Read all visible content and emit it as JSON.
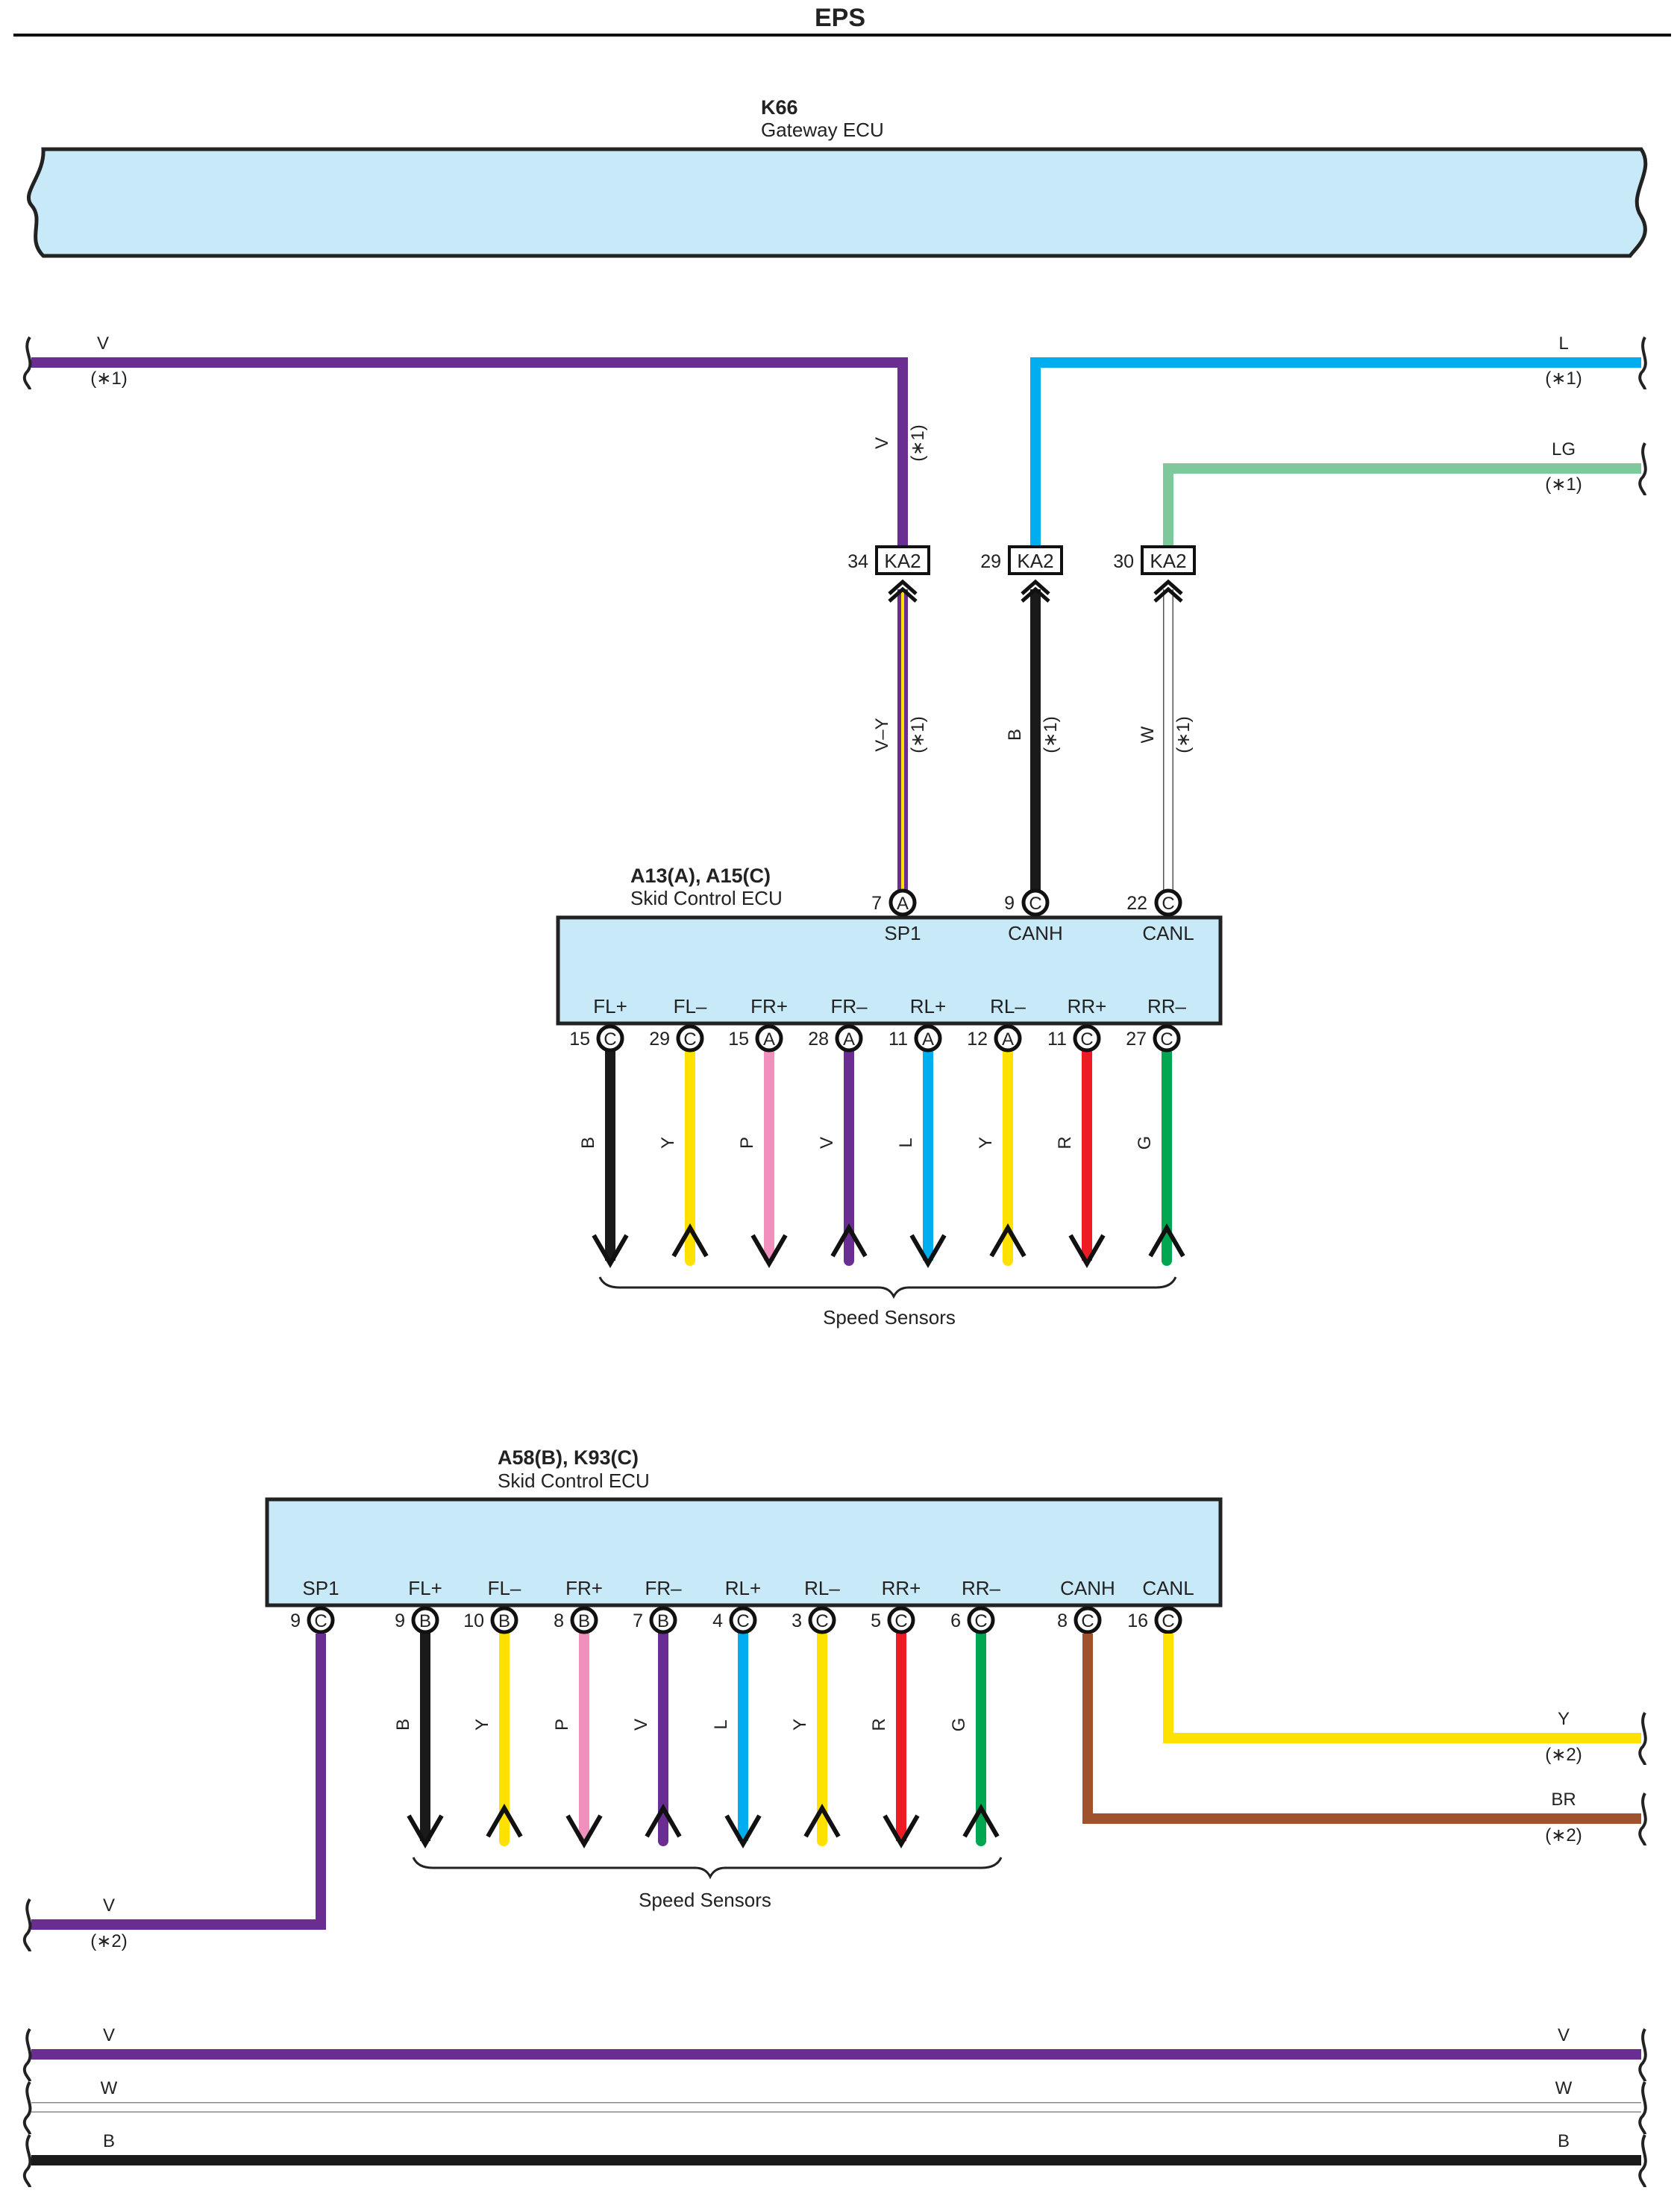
{
  "header": {
    "title": "EPS"
  },
  "gateway": {
    "code": "K66",
    "name": "Gateway ECU"
  },
  "notes": {
    "n1": "(∗1)",
    "n2": "(∗2)"
  },
  "colors": {
    "V": "#6a2d91",
    "L": "#00aeef",
    "LG": "#7dc99b",
    "B": "#1a1a1a",
    "W": "#ffffff",
    "Y": "#ffe100",
    "P": "#f18fbd",
    "R": "#ed1c24",
    "G": "#00a650",
    "BR": "#a0522d",
    "ecu_fill": "#c8eaf8"
  },
  "top_wires": {
    "left_v": "V",
    "right_l": "L",
    "right_lg": "LG",
    "vertical_v": "V",
    "vy": "V–Y",
    "b": "B",
    "w": "W"
  },
  "connector": {
    "name": "KA2",
    "pins": [
      "34",
      "29",
      "30"
    ]
  },
  "ecu1": {
    "code": "A13(A), A15(C)",
    "name": "Skid Control ECU",
    "top_pins": [
      {
        "num": "7",
        "letter": "A",
        "label": "SP1"
      },
      {
        "num": "9",
        "letter": "C",
        "label": "CANH"
      },
      {
        "num": "22",
        "letter": "C",
        "label": "CANL"
      }
    ],
    "bottom_pins": [
      {
        "num": "15",
        "letter": "C",
        "label": "FL+",
        "wire": "B"
      },
      {
        "num": "29",
        "letter": "C",
        "label": "FL–",
        "wire": "Y"
      },
      {
        "num": "15",
        "letter": "A",
        "label": "FR+",
        "wire": "P"
      },
      {
        "num": "28",
        "letter": "A",
        "label": "FR–",
        "wire": "V"
      },
      {
        "num": "11",
        "letter": "A",
        "label": "RL+",
        "wire": "L"
      },
      {
        "num": "12",
        "letter": "A",
        "label": "RL–",
        "wire": "Y"
      },
      {
        "num": "11",
        "letter": "C",
        "label": "RR+",
        "wire": "R"
      },
      {
        "num": "27",
        "letter": "C",
        "label": "RR–",
        "wire": "G"
      }
    ],
    "group_label": "Speed Sensors"
  },
  "ecu2": {
    "code": "A58(B), K93(C)",
    "name": "Skid Control ECU",
    "pins": [
      {
        "num": "9",
        "letter": "C",
        "label": "SP1",
        "wire": "V"
      },
      {
        "num": "9",
        "letter": "B",
        "label": "FL+",
        "wire": "B"
      },
      {
        "num": "10",
        "letter": "B",
        "label": "FL–",
        "wire": "Y"
      },
      {
        "num": "8",
        "letter": "B",
        "label": "FR+",
        "wire": "P"
      },
      {
        "num": "7",
        "letter": "B",
        "label": "FR–",
        "wire": "V"
      },
      {
        "num": "4",
        "letter": "C",
        "label": "RL+",
        "wire": "L"
      },
      {
        "num": "3",
        "letter": "C",
        "label": "RL–",
        "wire": "Y"
      },
      {
        "num": "5",
        "letter": "C",
        "label": "RR+",
        "wire": "R"
      },
      {
        "num": "6",
        "letter": "C",
        "label": "RR–",
        "wire": "G"
      },
      {
        "num": "8",
        "letter": "C",
        "label": "CANH",
        "wire": "BR"
      },
      {
        "num": "16",
        "letter": "C",
        "label": "CANL",
        "wire": "Y"
      }
    ],
    "group_label": "Speed Sensors",
    "right_y": "Y",
    "right_br": "BR",
    "left_v": "V"
  },
  "bottom_bus": [
    {
      "left": "V",
      "right": "V"
    },
    {
      "left": "W",
      "right": "W"
    },
    {
      "left": "B",
      "right": "B"
    }
  ]
}
